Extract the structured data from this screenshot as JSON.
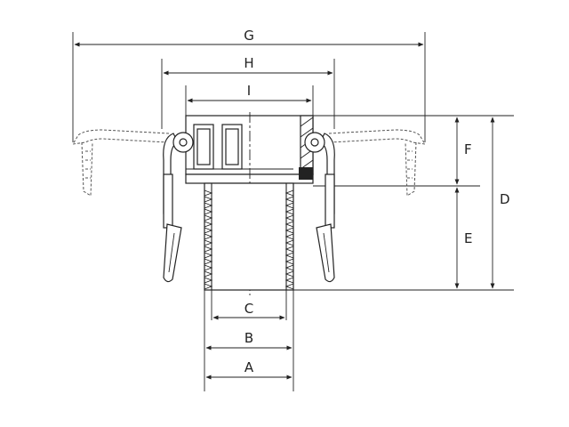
{
  "labels": {
    "G": "G",
    "H": "H",
    "I": "I",
    "F": "F",
    "D": "D",
    "E": "E",
    "C": "C",
    "B": "B",
    "A": "A"
  }
}
